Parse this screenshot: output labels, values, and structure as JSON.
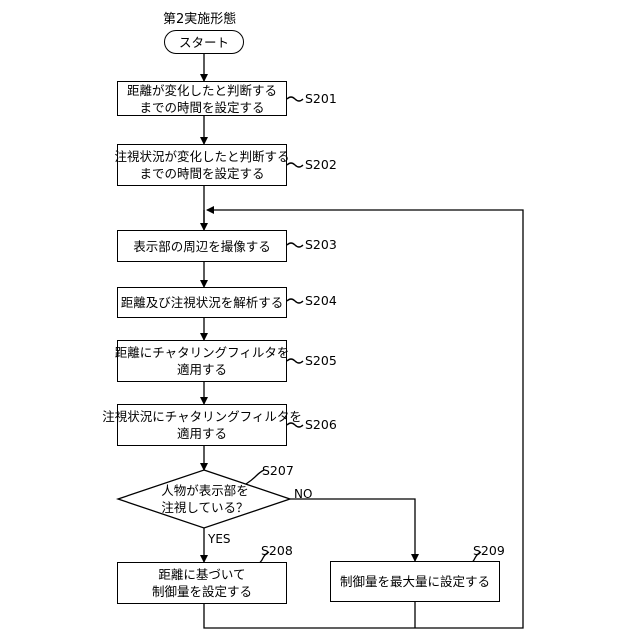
{
  "title": "第2実施形態",
  "start": "スタート",
  "steps": {
    "s201": {
      "id": "S201",
      "lines": [
        "距離が変化したと判断する",
        "までの時間を設定する"
      ]
    },
    "s202": {
      "id": "S202",
      "lines": [
        "注視状況が変化したと判断する",
        "までの時間を設定する"
      ]
    },
    "s203": {
      "id": "S203",
      "lines": [
        "表示部の周辺を撮像する"
      ]
    },
    "s204": {
      "id": "S204",
      "lines": [
        "距離及び注視状況を解析する"
      ]
    },
    "s205": {
      "id": "S205",
      "lines": [
        "距離にチャタリングフィルタを",
        "適用する"
      ]
    },
    "s206": {
      "id": "S206",
      "lines": [
        "注視状況にチャタリングフィルタを",
        "適用する"
      ]
    },
    "s207": {
      "id": "S207",
      "lines": [
        "人物が表示部を",
        "注視している？"
      ]
    },
    "s208": {
      "id": "S208",
      "lines": [
        "距離に基づいて",
        "制御量を設定する"
      ]
    },
    "s209": {
      "id": "S209",
      "lines": [
        "制御量を最大量に設定する"
      ]
    }
  },
  "branches": {
    "yes": "YES",
    "no": "NO"
  }
}
